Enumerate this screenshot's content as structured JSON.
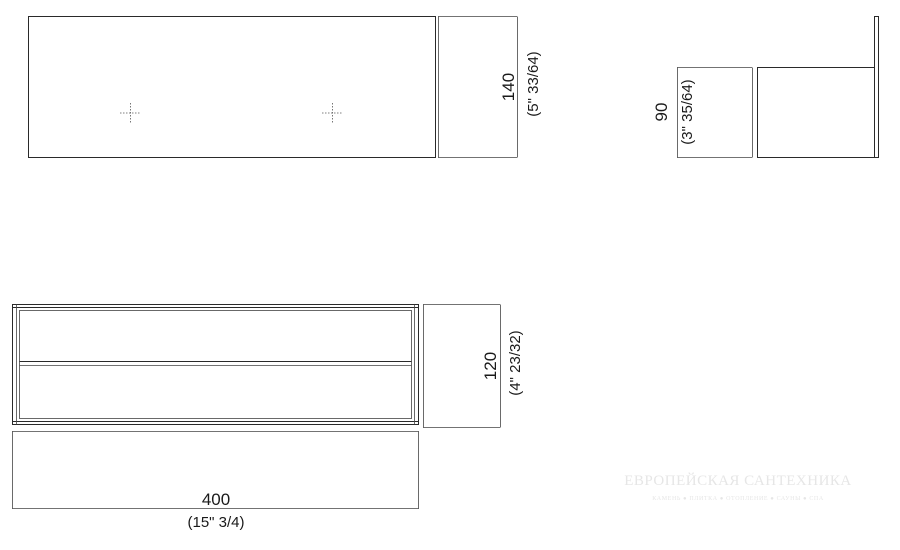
{
  "views": {
    "top": {
      "dimension": {
        "value": "140",
        "imperial": "(5\" 33/64)"
      }
    },
    "side": {
      "dimension": {
        "value": "90",
        "imperial": "(3\" 35/64)"
      }
    },
    "front": {
      "height_dimension": {
        "value": "120",
        "imperial": "(4\" 23/32)"
      },
      "width_dimension": {
        "value": "400",
        "imperial": "(15\" 3/4)"
      }
    }
  },
  "watermark": {
    "title": "ЕВРОПЕЙСКАЯ САНТЕХНИКА",
    "subtitle": "КАМЕНЬ ● ПЛИТКА ● ОТОПЛЕНИЕ ● САУНЫ ● СПА"
  }
}
